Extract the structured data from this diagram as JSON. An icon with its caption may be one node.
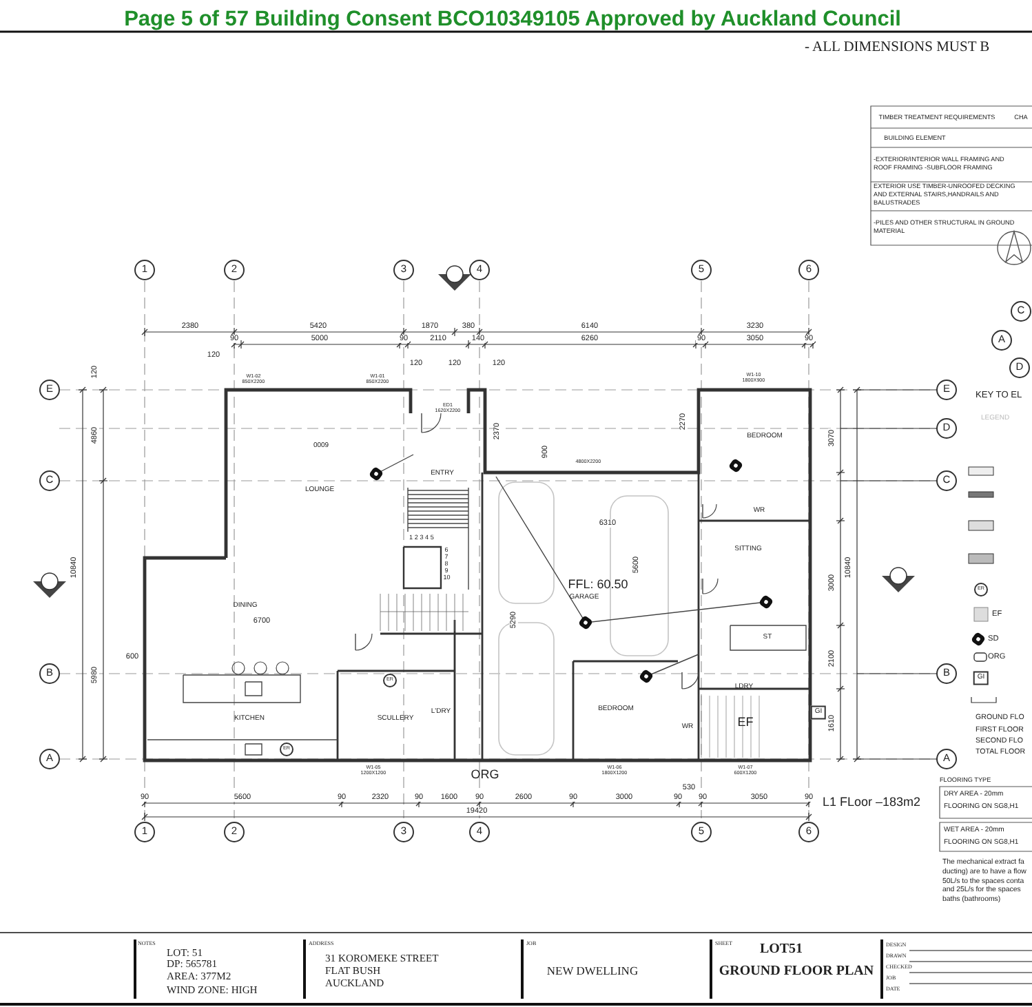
{
  "diagram": {
    "labels": [
      "Page 5 of 57 Building Consent BCO10349105 Approved by Auckland Council",
      "- ALL DIMENSIONS MUST B",
      "TIMBER TREATMENT REQUIREMENTS",
      "CHA",
      "BUILDING ELEMENT",
      "-EXTERIOR/INTERIOR WALL FRAMING AND ROOF FRAMING -SUBFLOOR FRAMING",
      "EXTERIOR USE TIMBER-UNROOFED DECKING AND EXTERNAL STAIRS,HANDRAILS AND BALUSTRADES",
      "-PILES AND OTHER STRUCTURAL IN GROUND MATERIAL",
      "1",
      "2",
      "3",
      "4",
      "5",
      "6",
      "C",
      "A",
      "D",
      "2380",
      "5420",
      "1870",
      "380",
      "6140",
      "3230",
      "90",
      "5000",
      "90",
      "2110",
      "140",
      "6260",
      "90",
      "3050",
      "90",
      "120",
      "120",
      "120",
      "120",
      "KEY TO EL",
      "LEGEND",
      "E",
      "E",
      "D",
      "C",
      "C",
      "B",
      "B",
      "A",
      "A",
      "W1-02 850X2200",
      "W1-01 850X2200",
      "ED1 1620X2200",
      "W1-10 1800X900",
      "120",
      "4860",
      "10840",
      "5980",
      "600",
      "3070",
      "3000",
      "2100",
      "1610",
      "10840",
      "0009",
      "LOUNGE",
      "ENTRY",
      "2370",
      "900",
      "4800X2200",
      "2270",
      "BEDROOM",
      "1 2 3 4 5",
      "6 7 8 9 10",
      "6310",
      "WR",
      "SITTING",
      "5600",
      "FFL: 60.50",
      "GARAGE",
      "DINING",
      "6700",
      "5290",
      "ST",
      "LDRY",
      "GI",
      "BEDROOM",
      "WR",
      "EF",
      "KITCHEN",
      "SCULLERY",
      "L'DRY",
      "ER",
      "ER",
      "ORG",
      "W1-05 1200X1200",
      "W1-06 1800X1200",
      "W1-07 600X1200",
      "90",
      "5600",
      "90",
      "2320",
      "90",
      "1600",
      "90",
      "2600",
      "90",
      "3000",
      "90",
      "530",
      "90",
      "3050",
      "90",
      "19420",
      "L1 FLoor –183m2",
      "1",
      "2",
      "3",
      "4",
      "5",
      "6",
      "ER",
      "EF",
      "SD",
      "ORG",
      "GI",
      "GROUND FLO",
      "FIRST FLOOR",
      "SECOND FLO",
      "TOTAL FLOOR",
      "FLOORING TYPE",
      "DRY AREA - 20mm",
      "FLOORING ON SG8,H1",
      "WET AREA - 20mm",
      "FLOORING ON SG8,H1",
      "The mechanical extract fa ducting) are to have a flow 50L/s to the spaces conta and 25L/s for the spaces baths (bathrooms)",
      "NOTES",
      "LOT: 51",
      "DP: 565781",
      "AREA: 377M2",
      "WIND ZONE: HIGH",
      "ADDRESS",
      "31 KOROMEKE STREET",
      "FLAT BUSH",
      "AUCKLAND",
      "JOB",
      "NEW DWELLING",
      "SHEET",
      "LOT51",
      "GROUND FLOOR PLAN",
      "DESIGN",
      "DRAWN",
      "CHECKED",
      "JOB",
      "DATE"
    ]
  }
}
